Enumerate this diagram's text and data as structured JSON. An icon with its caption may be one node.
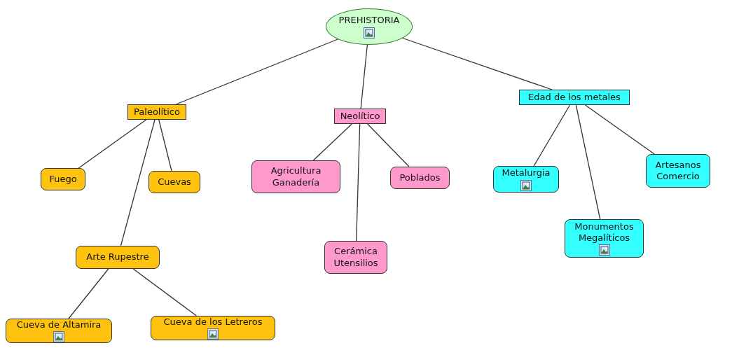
{
  "diagram": {
    "nodes": [
      {
        "text": [
          "PREHISTORIA"
        ]
      },
      {
        "text": [
          "Paleolítico"
        ]
      },
      {
        "text": [
          "Neolítico"
        ]
      },
      {
        "text": [
          "Edad de los metales"
        ]
      },
      {
        "text": [
          "Fuego"
        ]
      },
      {
        "text": [
          "Cuevas"
        ]
      },
      {
        "text": [
          "Arte Rupestre"
        ]
      },
      {
        "text": [
          "Cueva de Altamira"
        ]
      },
      {
        "text": [
          "Cueva de los Letreros"
        ]
      },
      {
        "text": [
          "Agricultura Ganadería"
        ]
      },
      {
        "text": [
          "Poblados"
        ]
      },
      {
        "text": [
          "Cerámica Utensilios"
        ]
      },
      {
        "text": [
          "Metalurgia"
        ]
      },
      {
        "text": [
          "Monumentos Megalíticos"
        ]
      },
      {
        "text": [
          "Artesanos Comercio"
        ]
      }
    ],
    "edges": [
      {
        "from": 0,
        "to": 1,
        "arrow": "none"
      },
      {
        "from": 0,
        "to": 2,
        "arrow": "none"
      },
      {
        "from": 0,
        "to": 3,
        "arrow": "none"
      },
      {
        "from": 1,
        "to": 4,
        "arrow": "none"
      },
      {
        "from": 1,
        "to": 5,
        "arrow": "none"
      },
      {
        "from": 1,
        "to": 6,
        "arrow": "none"
      },
      {
        "from": 6,
        "to": 7,
        "arrow": "none"
      },
      {
        "from": 6,
        "to": 8,
        "arrow": "none"
      },
      {
        "from": 2,
        "to": 9,
        "arrow": "none"
      },
      {
        "from": 2,
        "to": 10,
        "arrow": "none"
      },
      {
        "from": 2,
        "to": 11,
        "arrow": "none"
      },
      {
        "from": 3,
        "to": 12,
        "arrow": "none"
      },
      {
        "from": 3,
        "to": 13,
        "arrow": "none"
      },
      {
        "from": 3,
        "to": 14,
        "arrow": "none"
      }
    ]
  }
}
